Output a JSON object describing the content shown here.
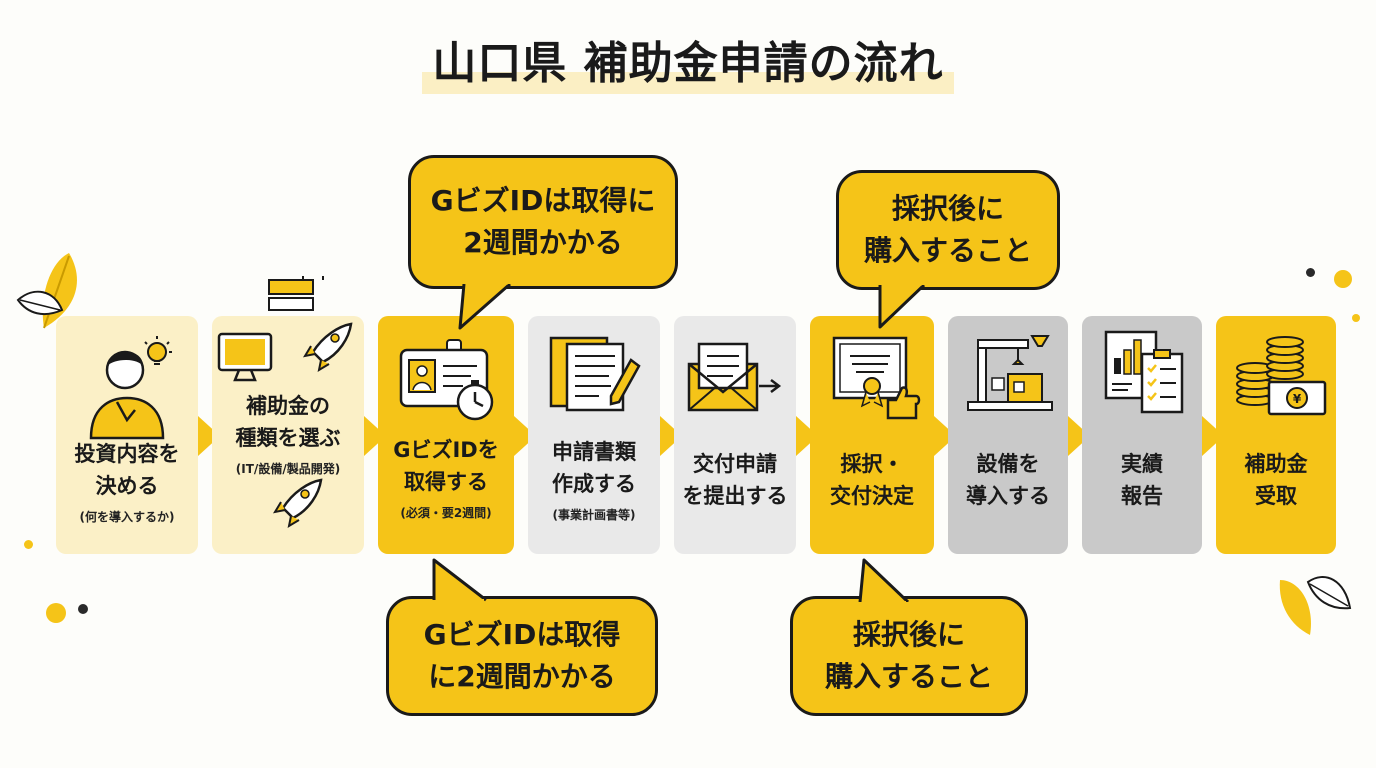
{
  "title": "山口県 補助金申請の流れ",
  "steps": [
    {
      "label": "投資内容を\n決める",
      "sub": "(何を導入するか)",
      "bg": "#fbf0c7",
      "icon": "person-thinking-icon"
    },
    {
      "label": "補助金の\n種類を選ぶ",
      "sub": "(IT/設備/製品開発)",
      "bg": "#fbf0c7",
      "icon": "monitor-robot-rocket-icon"
    },
    {
      "label": "GビズIDを\n取得する",
      "sub": "(必須・要2週間)",
      "bg": "#f5c418",
      "icon": "id-card-stopwatch-icon"
    },
    {
      "label": "申請書類\n作成する",
      "sub": "(事業計画書等)",
      "bg": "#e9e9e9",
      "icon": "documents-pen-icon"
    },
    {
      "label": "交付申請\nを提出する",
      "sub": "",
      "bg": "#e9e9e9",
      "icon": "envelope-send-icon"
    },
    {
      "label": "採択・\n交付決定",
      "sub": "",
      "bg": "#f5c418",
      "icon": "certificate-thumbs-up-icon"
    },
    {
      "label": "設備を\n導入する",
      "sub": "",
      "bg": "#c9c9c9",
      "icon": "factory-machine-icon"
    },
    {
      "label": "実績\n報告",
      "sub": "",
      "bg": "#c9c9c9",
      "icon": "report-chart-checklist-icon"
    },
    {
      "label": "補助金\n受取",
      "sub": "",
      "bg": "#f5c418",
      "icon": "coins-banknote-icon"
    }
  ],
  "callouts": {
    "gbiz_top": "GビズIDは取得に\n2週間かかる",
    "gbiz_bottom": "GビズIDは取得\nに2週間かかる",
    "saitaku_top": "採択後に\n購入すること",
    "saitaku_bottom": "採択後に\n購入すること"
  },
  "colors": {
    "accent": "#f5c418",
    "light_yellow": "#fbf0c7",
    "light_gray": "#e9e9e9",
    "mid_gray": "#c9c9c9",
    "outline": "#1a1a1a"
  }
}
